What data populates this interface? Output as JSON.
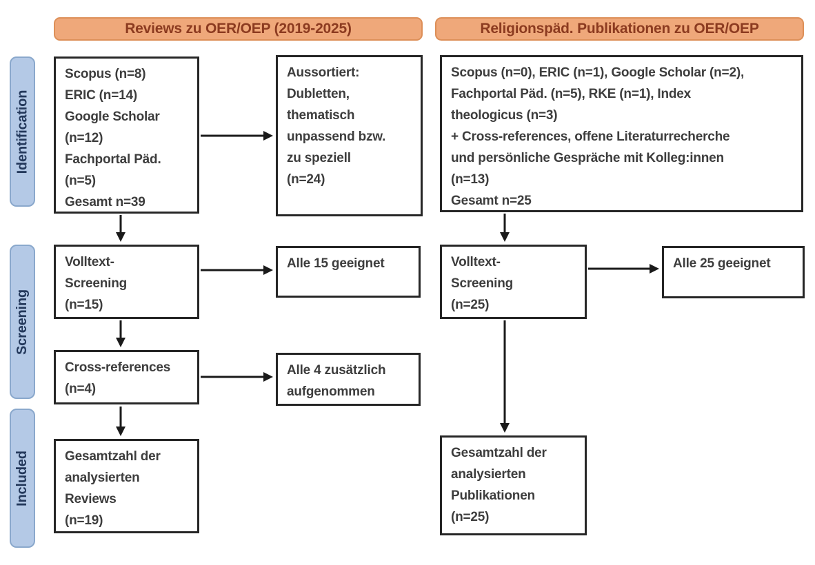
{
  "headers": {
    "left": "Reviews zu OER/OEP (2019-2025)",
    "right": "Religionspäd. Publikationen zu OER/OEP"
  },
  "stages": {
    "identification": "Identification",
    "screening": "Screening",
    "included": "Included"
  },
  "boxes": {
    "left_sources": {
      "lines": [
        "Scopus (n=8)",
        "ERIC (n=14)",
        "Google Scholar",
        "(n=12)",
        "Fachportal Päd.",
        "(n=5)",
        "Gesamt n=39"
      ]
    },
    "left_sorted_out": {
      "lines": [
        "Aussortiert:",
        "Dubletten,",
        "thematisch",
        "unpassend bzw.",
        "zu speziell",
        "(n=24)"
      ]
    },
    "left_fulltext_screening": {
      "lines": [
        "Volltext-",
        "Screening",
        "(n=15)"
      ]
    },
    "left_all_eligible": {
      "lines": [
        "Alle 15 geeignet"
      ]
    },
    "left_cross_references": {
      "lines": [
        "Cross-references",
        "(n=4)"
      ]
    },
    "left_additionally_included": {
      "lines": [
        "Alle 4 zusätzlich",
        "aufgenommen"
      ]
    },
    "left_total": {
      "lines": [
        "Gesamtzahl der",
        "analysierten",
        "Reviews",
        "(n=19)"
      ]
    },
    "right_sources": {
      "lines": [
        "Scopus (n=0), ERIC (n=1), Google Scholar (n=2),",
        "Fachportal Päd. (n=5), RKE (n=1), Index",
        "theologicus (n=3)",
        "+ Cross-references, offene Literaturrecherche",
        "und persönliche Gespräche mit Kolleg:innen",
        "(n=13)",
        "Gesamt n=25"
      ]
    },
    "right_fulltext_screening": {
      "lines": [
        "Volltext-",
        "Screening",
        "(n=25)"
      ]
    },
    "right_all_eligible": {
      "lines": [
        "Alle 25 geeignet"
      ]
    },
    "right_total": {
      "lines": [
        "Gesamtzahl der",
        "analysierten",
        "Publikationen",
        "(n=25)"
      ]
    }
  },
  "colors": {
    "header_fill": "#efa87a",
    "header_border": "#dd8f58",
    "header_text": "#8c3b20",
    "stage_fill": "#b4c9e6",
    "stage_border": "#8aa8cc",
    "stage_text": "#24395c",
    "box_border": "#262626",
    "box_text": "#3d3d3d",
    "arrow": "#1a1a1a"
  }
}
